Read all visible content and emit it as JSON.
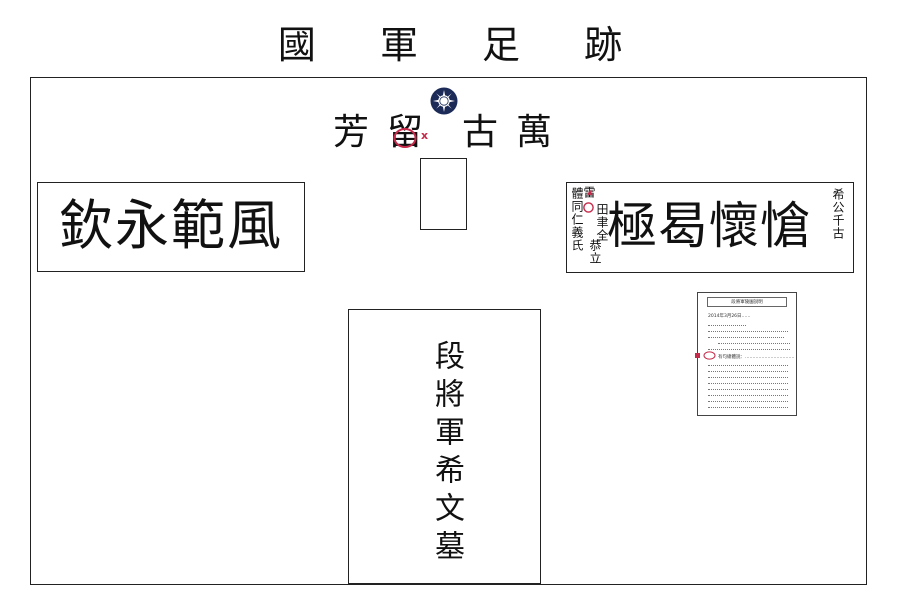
{
  "title": "國 軍 足 跡",
  "motto": {
    "chars": [
      "芳",
      "留",
      "古",
      "萬"
    ],
    "mark": "x"
  },
  "plaque_left": {
    "text": "欽永範風"
  },
  "plaque_right": {
    "main": "極曷懷愴",
    "right_col": "希公千古",
    "left_col_a": "體同仁義氏",
    "left_col_b_top": "雷",
    "left_col_b_mid": "田聿全",
    "left_col_c": "恭立",
    "mark": "▲"
  },
  "tombstone": {
    "text": "段將軍希文墓"
  },
  "document": {
    "title": "段將軍陵園說明",
    "date": "2014年3月26日……",
    "label": "有句總體說：……………………………"
  },
  "colors": {
    "accent": "#c62a4a",
    "emblem": "#1b2a57"
  }
}
